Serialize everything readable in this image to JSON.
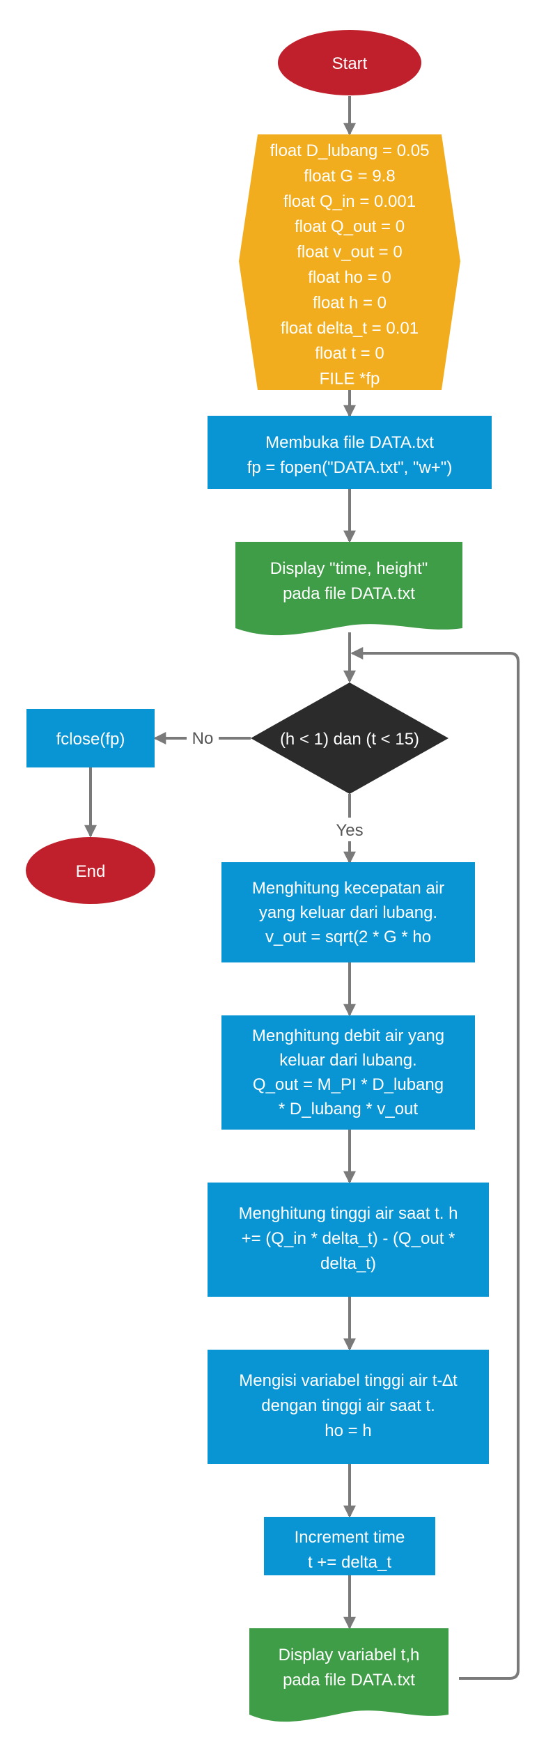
{
  "colors": {
    "terminal": "#c0202b",
    "init": "#f2ad1e",
    "process": "#0994d3",
    "io": "#3f9d47",
    "decision": "#2b2b2b",
    "connector": "#7a7a7a",
    "text": "#ffffff",
    "edge_label": "#555555"
  },
  "nodes": {
    "start": {
      "label": "Start"
    },
    "init": {
      "lines": [
        "float D_lubang = 0.05",
        "float G  = 9.8",
        "float Q_in = 0.001",
        "float Q_out = 0",
        "float v_out = 0",
        "float ho = 0",
        "float h = 0",
        "float delta_t = 0.01",
        "float t = 0",
        "FILE *fp"
      ]
    },
    "open_file": {
      "lines": [
        "Membuka file DATA.txt",
        "fp = fopen(\"DATA.txt\", \"w+\")"
      ]
    },
    "display_header": {
      "lines": [
        "Display \"time, height\"",
        "pada file DATA.txt"
      ]
    },
    "decision": {
      "label": "(h < 1) dan (t < 15)"
    },
    "fclose": {
      "label": "fclose(fp)"
    },
    "end": {
      "label": "End"
    },
    "velocity": {
      "lines": [
        "Menghitung kecepatan air",
        "yang keluar dari lubang.",
        "v_out = sqrt(2 * G * ho"
      ]
    },
    "debit": {
      "lines": [
        "Menghitung debit air yang",
        "keluar dari lubang.",
        "Q_out = M_PI * D_lubang",
        "* D_lubang * v_out"
      ]
    },
    "height": {
      "lines": [
        "Menghitung tinggi air saat t. h",
        "+= (Q_in * delta_t) - (Q_out *",
        "delta_t)"
      ]
    },
    "store": {
      "lines": [
        "Mengisi variabel tinggi air t-∆t",
        "dengan tinggi air saat t.",
        "ho = h"
      ]
    },
    "increment": {
      "lines": [
        "Increment time",
        "t += delta_t"
      ]
    },
    "display_th": {
      "lines": [
        "Display variabel t,h",
        "pada file DATA.txt"
      ]
    }
  },
  "edges": {
    "no_label": "No",
    "yes_label": "Yes"
  }
}
